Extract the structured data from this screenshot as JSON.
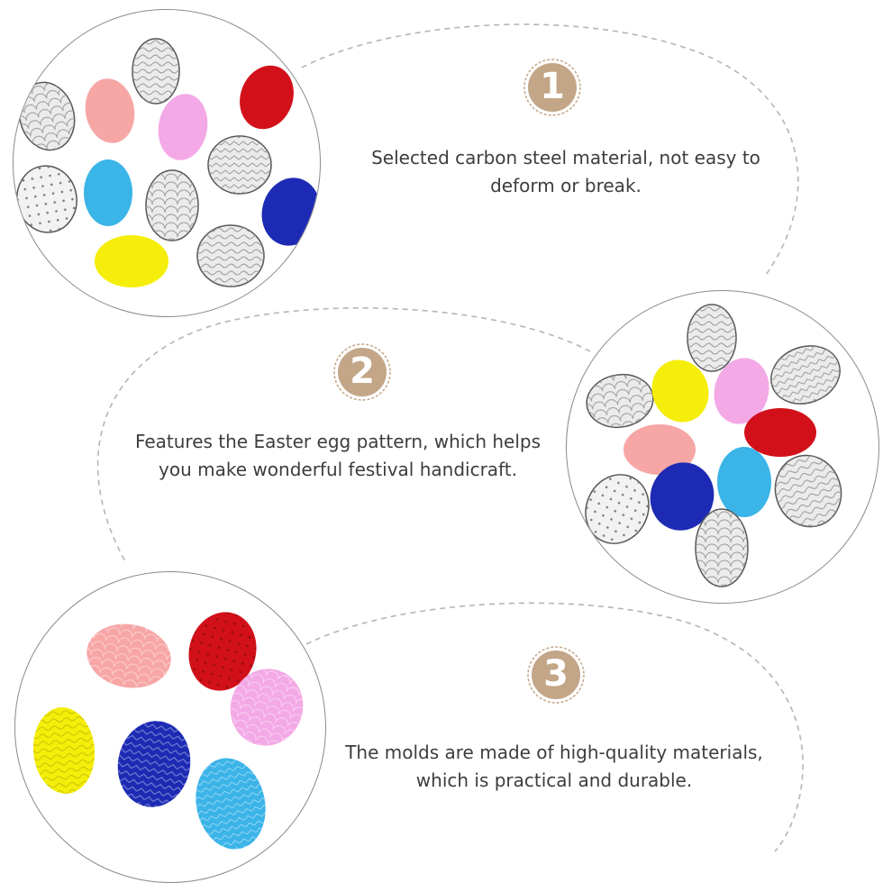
{
  "features": [
    {
      "number": "1",
      "lines": [
        "Selected carbon steel material, not easy to",
        "deform or break."
      ]
    },
    {
      "number": "2",
      "lines": [
        "Features the Easter egg pattern, which helps",
        "you make wonderful festival handicraft."
      ]
    },
    {
      "number": "3",
      "lines": [
        "The molds are made of high-quality materials,",
        "which is practical and durable."
      ]
    }
  ],
  "colors": {
    "badge": "#c3a587",
    "text": "#3d3d3d",
    "dash": "#b5b5b5",
    "egg_red": "#d2101a",
    "egg_pink": "#f7a6a6",
    "egg_lilac": "#f3a9e6",
    "egg_blue": "#1d2bb4",
    "egg_sky": "#3bb4e8",
    "egg_yellow": "#f5ee0a",
    "egg_silver": "#e9e9e9"
  },
  "images": [
    "easter-egg-die-cuts-assorted",
    "easter-egg-die-cuts-flower-arrangement",
    "easter-egg-paper-cutouts-colored"
  ]
}
